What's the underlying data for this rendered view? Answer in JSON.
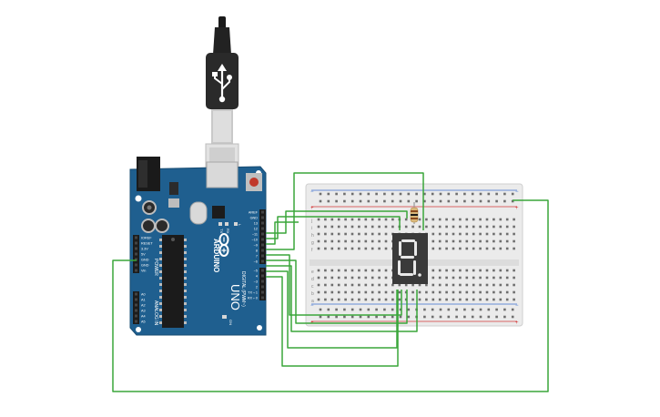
{
  "scene": {
    "type": "circuit-simulator-canvas",
    "colors": {
      "background": "#ffffff",
      "wire": "#3aa63a",
      "board": "#1f5f8f",
      "breadboard": "#e8e8e8",
      "display": "#3a3a3a",
      "segment_on": "#e8e8e8",
      "rail_red": "#d43a3a",
      "rail_blue": "#3b6fcf"
    }
  },
  "usb": {
    "name": "usb-cable"
  },
  "arduino": {
    "brand": "ARDUINO",
    "model": "UNO",
    "digital_header_title": "DIGITAL (PWM~)",
    "power_header_title": "POWER",
    "analog_header_title": "ANALOG IN",
    "digital_pins": [
      "AREF",
      "GND",
      "13",
      "12",
      "~11",
      "~10",
      "~9",
      "8",
      "7",
      "~6",
      "~5",
      "4",
      "~3",
      "2",
      "TX→1",
      "RX←0"
    ],
    "power_pins": [
      "IOREF",
      "RESET",
      "3.3V",
      "5V",
      "GND",
      "GND",
      "Vin"
    ],
    "analog_pins": [
      "A0",
      "A1",
      "A2",
      "A3",
      "A4",
      "A5"
    ],
    "led_labels": [
      "L",
      "TX",
      "RX"
    ],
    "on_label": "ON"
  },
  "breadboard": {
    "row_letters_top": [
      "j",
      "i",
      "h",
      "g",
      "f"
    ],
    "row_letters_bottom": [
      "e",
      "d",
      "c",
      "b",
      "a"
    ],
    "column_count": 30,
    "rail_plus": "+",
    "rail_minus": "−"
  },
  "display": {
    "type": "seven-segment",
    "shown_digit": "8",
    "decimal_point": true
  },
  "resistor": {
    "type": "resistor"
  }
}
